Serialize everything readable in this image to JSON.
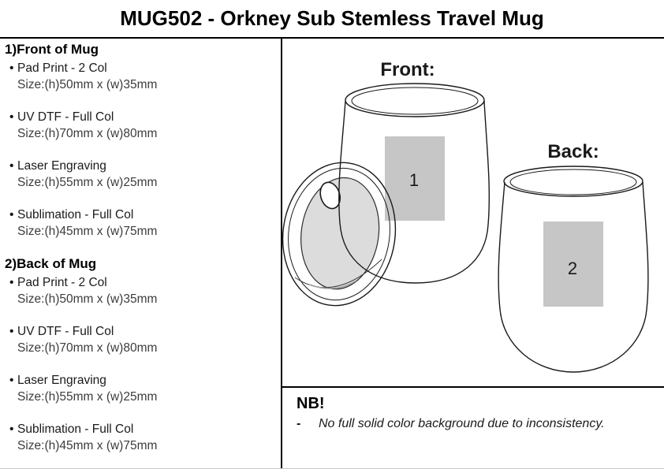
{
  "title": "MUG502 - Orkney Sub Stemless Travel Mug",
  "bullet_char": "•",
  "sections": [
    {
      "heading": "1)Front of Mug",
      "items": [
        {
          "method": "Pad Print - 2 Col",
          "size": "Size:(h)50mm x (w)35mm"
        },
        {
          "method": "UV DTF - Full Col",
          "size": "Size:(h)70mm x (w)80mm"
        },
        {
          "method": "Laser Engraving",
          "size": "Size:(h)55mm x (w)25mm"
        },
        {
          "method": "Sublimation - Full Col",
          "size": "Size:(h)45mm x (w)75mm"
        }
      ]
    },
    {
      "heading": "2)Back of Mug",
      "items": [
        {
          "method": "Pad Print - 2 Col",
          "size": "Size:(h)50mm x (w)35mm"
        },
        {
          "method": "UV DTF - Full Col",
          "size": "Size:(h)70mm x (w)80mm"
        },
        {
          "method": "Laser Engraving",
          "size": "Size:(h)55mm x (w)25mm"
        },
        {
          "method": "Sublimation - Full Col",
          "size": "Size:(h)45mm x (w)75mm"
        }
      ]
    }
  ],
  "diagram": {
    "front_label": "Front:",
    "back_label": "Back:",
    "print_area_1": "1",
    "print_area_2": "2"
  },
  "nb": {
    "heading": "NB!",
    "dash": "-",
    "note": "No full solid color background due to inconsistency."
  },
  "colors": {
    "print_area_fill": "#c6c6c6",
    "lid_fill": "#dcdcdc",
    "line": "#1a1a1a"
  }
}
